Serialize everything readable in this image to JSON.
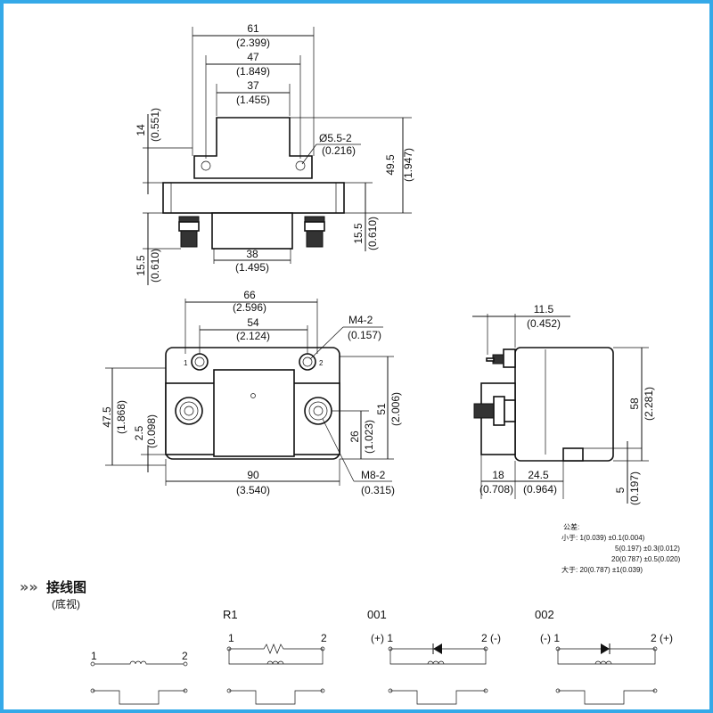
{
  "top_view": {
    "dims": {
      "w61": "61",
      "w61_in": "(2.399)",
      "w47": "47",
      "w47_in": "(1.849)",
      "w37": "37",
      "w37_in": "(1.455)",
      "h14": "14",
      "h14_in": "(0.551)",
      "hole": "Ø5.5-2",
      "hole_in": "(0.216)",
      "h49": "49.5",
      "h49_in": "(1.947)",
      "h15r": "15.5",
      "h15r_in": "(0.610)",
      "w38": "38",
      "w38_in": "(1.495)",
      "h15l": "15.5",
      "h15l_in": "(0.610)"
    }
  },
  "front_view": {
    "dims": {
      "w66": "66",
      "w66_in": "(2.596)",
      "w54": "54",
      "w54_in": "(2.124)",
      "m4": "M4-2",
      "m4_in": "(0.157)",
      "h47": "47.5",
      "h47_in": "(1.868)",
      "h2": "2.5",
      "h2_in": "(0.098)",
      "h51": "51",
      "h51_in": "(2.006)",
      "h26": "26",
      "h26_in": "(1.023)",
      "w90": "90",
      "w90_in": "(3.540)",
      "m8": "M8-2",
      "m8_in": "(0.315)"
    },
    "terminal_1": "1",
    "terminal_2": "2"
  },
  "side_view": {
    "dims": {
      "w11": "11.5",
      "w11_in": "(0.452)",
      "h58": "58",
      "h58_in": "(2.281)",
      "w18": "18",
      "w18_in": "(0.708)",
      "w24": "24.5",
      "w24_in": "(0.964)",
      "h5": "5",
      "h5_in": "(0.197)"
    }
  },
  "tolerance": {
    "title": "公差:",
    "row1": "小于:   1(0.039) ±0.1(0.004)",
    "row2": "5(0.197) ±0.3(0.012)",
    "row3": "20(0.787) ±0.5(0.020)",
    "row4": "大于: 20(0.787) ±1(0.039)"
  },
  "wiring": {
    "title": "接线图",
    "subtitle": "(底视)",
    "variants": [
      {
        "name": "",
        "left": "1",
        "right": "2"
      },
      {
        "name": "R1",
        "left": "1",
        "right": "2"
      },
      {
        "name": "001",
        "left": "(+) 1",
        "right": "2 (-)"
      },
      {
        "name": "002",
        "left": "(-) 1",
        "right": "2 (+)"
      }
    ]
  }
}
